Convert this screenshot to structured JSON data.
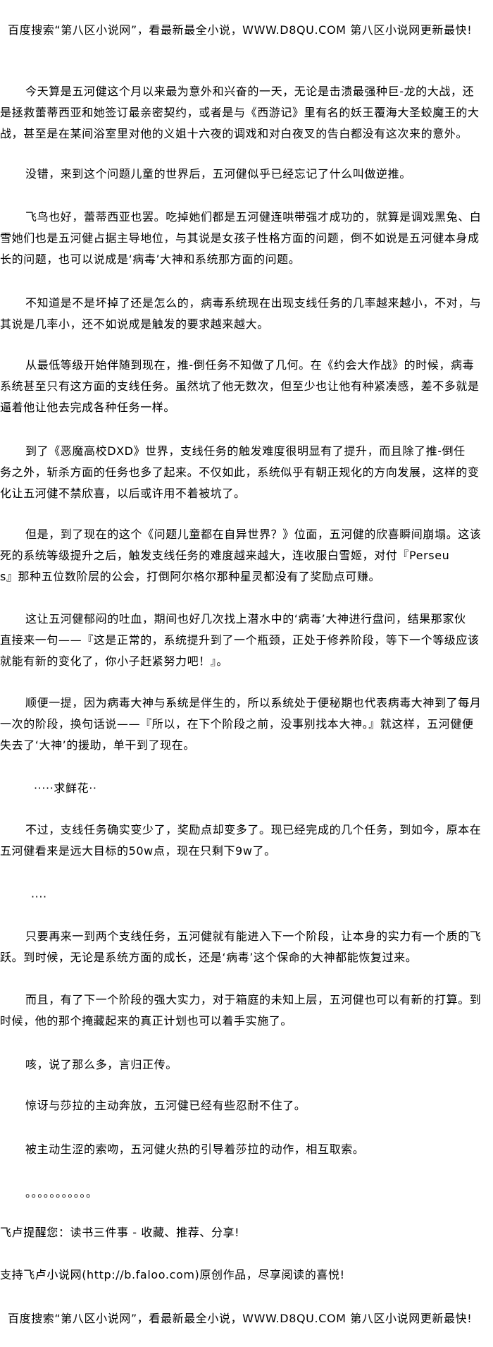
{
  "header": "百度搜索“第八区小说网”，看最新最全小说，WWW.D8QU.COM  第八区小说网更新最快!",
  "paragraphs": [
    [
      "今天算是五河健这个月以来最为意外和兴奋的一天，无论是击溃最强种巨-龙的大战，还",
      "是拯救蕾蒂西亚和她签订最亲密契约，或者是与《西游记》里有名的妖王覆海大圣蛟魔王的大",
      "战，甚至是在某间浴室里对他的义姐十六夜的调戏和对白夜叉的告白都没有这次来的意外。"
    ],
    [
      "没错，来到这个问题儿童的世界后，五河健似乎已经忘记了什么叫做逆推。"
    ],
    [
      "飞鸟也好，蕾蒂西亚也罢。吃掉她们都是五河健连哄带强才成功的，就算是调戏黑兔、白",
      "雪她们也是五河健占据主导地位，与其说是女孩子性格方面的问题，倒不如说是五河健本身成",
      "长的问题，也可以说成是‘病毒’大神和系统那方面的问题。"
    ],
    [
      "不知道是不是坏掉了还是怎么的，病毒系统现在出现支线任务的几率越来越小，不对，与",
      "其说是几率小，还不如说成是触发的要求越来越大。"
    ],
    [
      "从最低等级开始伴随到现在，推-倒任务不知做了几何。在《约会大作战》的时候，病毒",
      "系统甚至只有这方面的支线任务。虽然坑了他无数次，但至少也让他有种紧凑感，差不多就是",
      "逼着他让他去完成各种任务一样。"
    ],
    [
      "到了《恶魔高校DXD》世界，支线任务的触发难度很明显有了提升，而且除了推-倒任",
      "务之外，斩杀方面的任务也多了起来。不仅如此，系统似乎有朝正规化的方向发展，这样的变",
      "化让五河健不禁欣喜，以后或许用不着被坑了。"
    ],
    [
      "但是，到了现在的这个《问题儿童都在自异世界？》位面，五河健的欣喜瞬间崩塌。这该",
      "死的系统等级提升之后，触发支线任务的难度越来越大，连收服白雪姬，对付『Perseu",
      "s』那种五位数阶层的公会，打倒阿尔格尔那种星灵都没有了奖励点可赚。"
    ],
    [
      "这让五河健郁闷的吐血，期间也好几次找上潜水中的‘病毒’大神进行盘问，结果那家伙",
      "直接来一句——『这是正常的，系统提升到了一个瓶颈，正处于修养阶段，等下一个等级应该",
      "就能有新的变化了，你小子赶紧努力吧！』。"
    ],
    [
      "顺便一提，因为病毒大神与系统是伴生的，所以系统处于便秘期也代表病毒大神到了每月",
      "一次的阶段，换句话说——『所以，在下个阶段之前，没事别找本大神。』就这样，五河健便",
      "失去了‘大神’的援助，单干到了现在。"
    ],
    [
      "·····求鲜花··"
    ],
    [
      "不过，支线任务确实变少了，奖励点却变多了。现已经完成的几个任务，到如今，原本在",
      "五河健看来是远大目标的50w点，现在只剩下9w了。"
    ],
    [
      "····"
    ],
    [
      "只要再来一到两个支线任务，五河健就有能进入下一个阶段，让本身的实力有一个质的飞",
      "跃。到时候，无论是系统方面的成长，还是‘病毒’这个保命的大神都能恢复过来。"
    ],
    [
      "而且，有了下一个阶段的强大实力，对于箱庭的未知上层，五河健也可以有新的打算。到",
      "时候，他的那个掩藏起来的真正计划也可以着手实施了。"
    ],
    [
      "咳，说了那么多，言归正传。"
    ],
    [
      "惊讶与莎拉的主动奔放，五河健已经有些忍耐不住了。"
    ],
    [
      "被主动生涩的索吻，五河健火热的引导着莎拉的动作，相互取索。"
    ],
    [
      "。。。。。。。。。。。"
    ]
  ],
  "notice": "飞卢提醒您：读书三件事 - 收藏、推荐、分享!",
  "support": "支持飞卢小说网(http://b.faloo.com)原创作品，尽享阅读的喜悦!",
  "footer": "百度搜索“第八区小说网”，看最新最全小说，WWW.D8QU.COM  第八区小说网更新最快!"
}
